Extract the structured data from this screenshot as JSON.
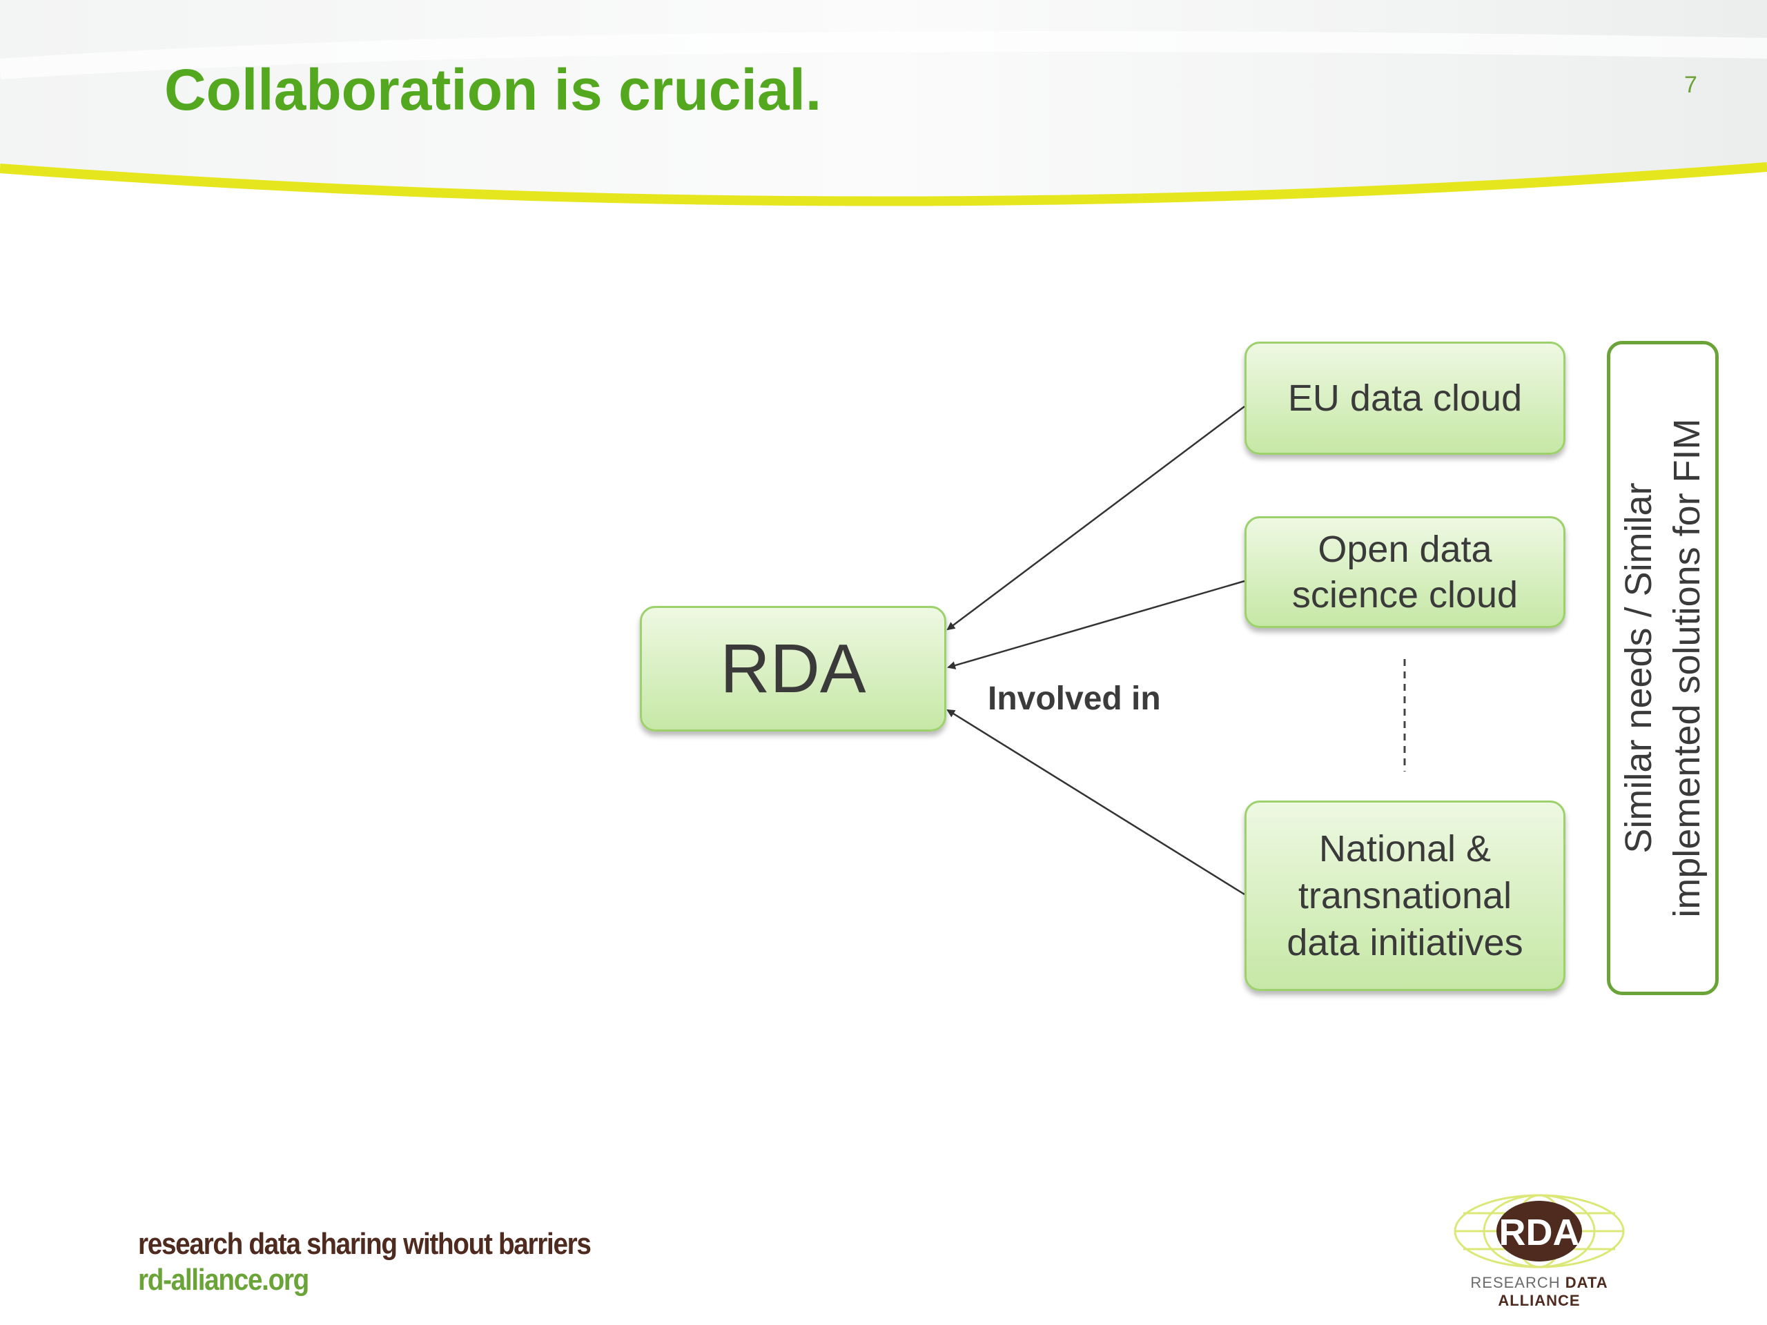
{
  "slide": {
    "title": "Collaboration is crucial.",
    "page_number": "7"
  },
  "diagram": {
    "center_node": "RDA",
    "nodes": [
      "EU data cloud",
      "Open data\nscience cloud",
      "National &\ntransnational\ndata initiatives"
    ],
    "edge_label": "Involved in",
    "side_note": "Similar needs / Similar\nimplemented solutions for FIM"
  },
  "footer": {
    "tagline": "research data sharing without barriers",
    "website": "rd-alliance.org",
    "logo_text": "RDA",
    "logo_caption_light": "RESEARCH",
    "logo_caption_bold": "DATA ALLIANCE"
  },
  "colors": {
    "title_green": "#54a81f",
    "box_fill_top": "#eef8e2",
    "box_fill_bottom": "#c6e8a6",
    "accent_yellow": "#e6e61e",
    "brand_brown": "#4e2a1f"
  }
}
